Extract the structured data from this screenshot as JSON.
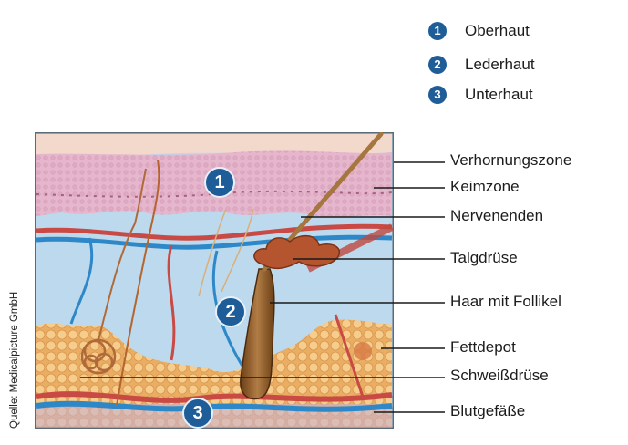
{
  "legend": [
    {
      "number": "1",
      "label": "Oberhaut"
    },
    {
      "number": "2",
      "label": "Lederhaut"
    },
    {
      "number": "3",
      "label": "Unterhaut"
    }
  ],
  "labels": [
    "Verhornungszone",
    "Keimzone",
    "Nervenenden",
    "Talgdrüse",
    "Haar mit Follikel",
    "Fettdepot",
    "Schweißdrüse",
    "Blutgefäße"
  ],
  "layer_markers": [
    "1",
    "2",
    "3"
  ],
  "credit": "Quelle: Medicalpicture GmbH",
  "colors": {
    "badge_blue": "#1f5d99",
    "epidermis_pink": "#e5b6cc",
    "dermis_blue": "#bcd9ee",
    "fat_yellow": "#f2c27c",
    "artery_red": "#c94a44",
    "vein_blue": "#2e88c8",
    "hair_brown": "#8a5a2a"
  }
}
